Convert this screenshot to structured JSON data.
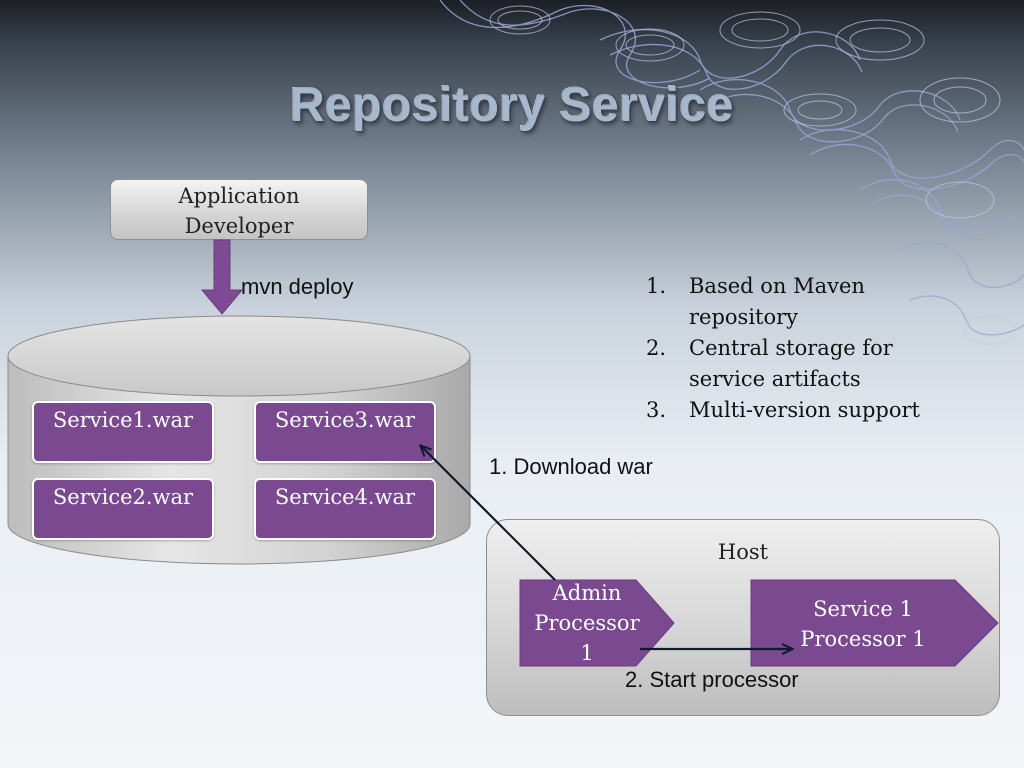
{
  "title": "Repository Service",
  "developer_box": {
    "line1": "Application",
    "line2": "Developer"
  },
  "deploy_label": "mvn deploy",
  "repository": {
    "wars": [
      "Service1.war",
      "Service3.war",
      "Service2.war",
      "Service4.war"
    ]
  },
  "notes": [
    {
      "num": "1.",
      "line1": "Based on Maven",
      "line2": "repository"
    },
    {
      "num": "2.",
      "line1": "Central storage for",
      "line2": "service artifacts"
    },
    {
      "num": "3.",
      "line1": "Multi-version support",
      "line2": ""
    }
  ],
  "download_label": "1. Download war",
  "host": {
    "label": "Host",
    "admin_processor": {
      "line1": "Admin",
      "line2": "Processor",
      "line3": "1"
    },
    "service_processor": {
      "line1": "Service 1",
      "line2": "Processor 1"
    }
  },
  "start_label": "2. Start processor",
  "colors": {
    "purple": "#7a4990",
    "arrow_purple": "#7d4a93",
    "connector": "#0f1a2e"
  }
}
